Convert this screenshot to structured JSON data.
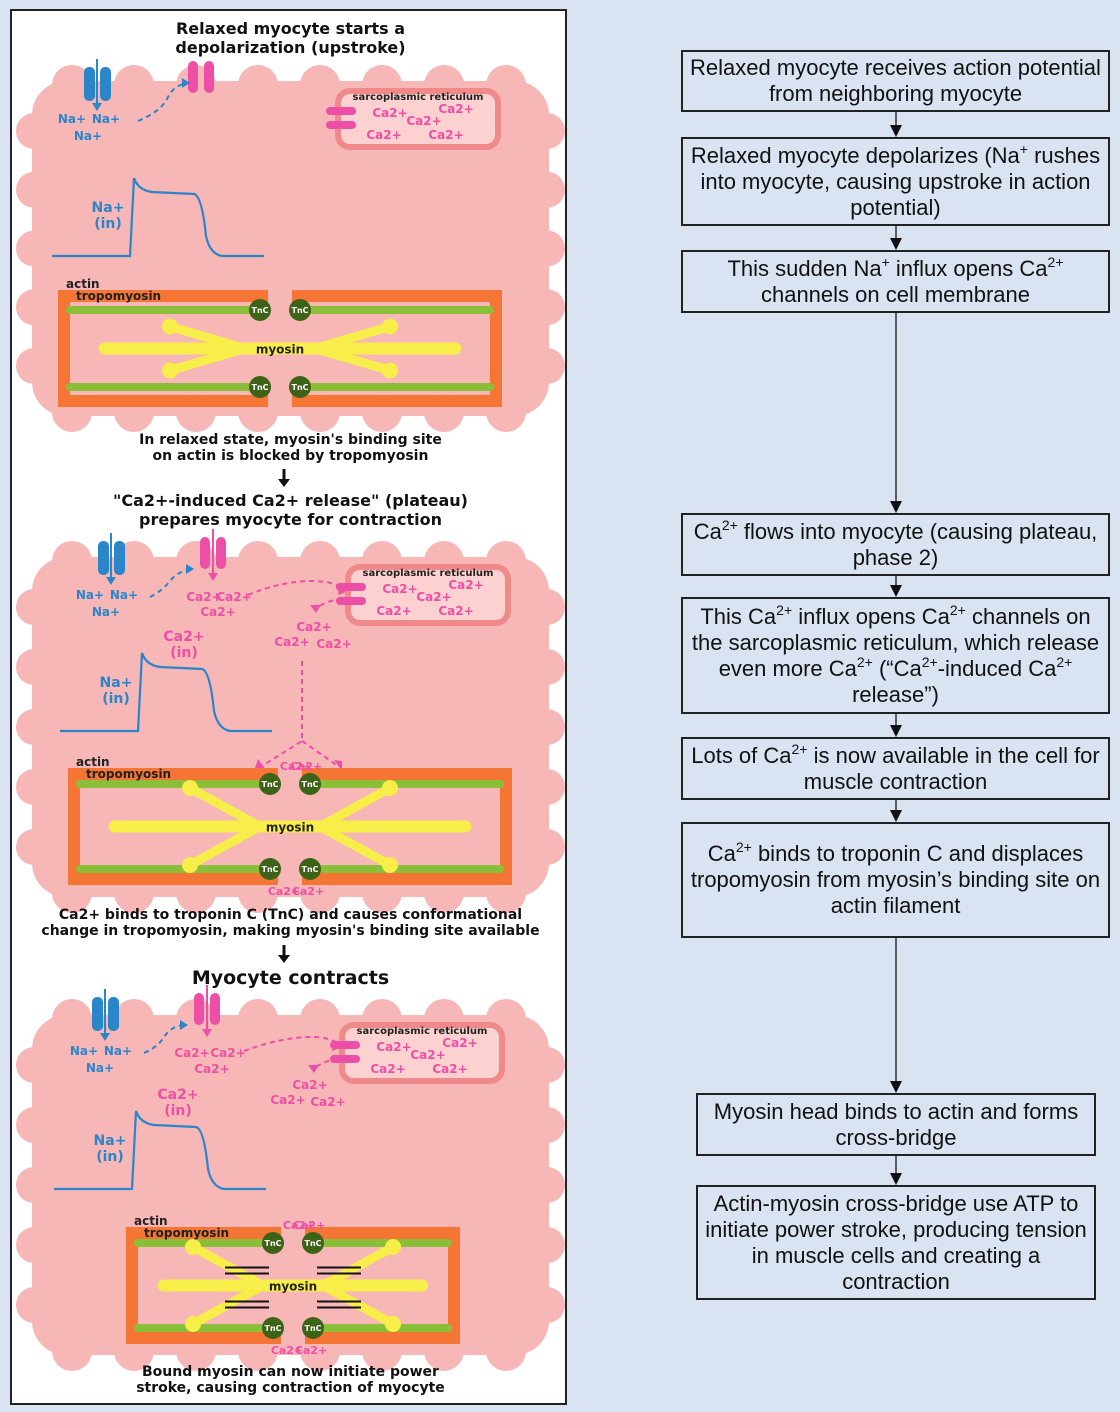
{
  "left": {
    "panel1": {
      "title_line1": "Relaxed myocyte starts a",
      "title_line2": "depolarization (upstroke)",
      "caption_line1": "In relaxed state, myosin's binding site",
      "caption_line2": "on actin is blocked by tropomyosin"
    },
    "panel2": {
      "title_line1": "\"Ca2+-induced Ca2+ release\" (plateau)",
      "title_line2": "prepares myocyte for contraction",
      "caption_line1": "Ca2+ binds to troponin C (TnC) and causes conformational",
      "caption_line2": "change in tropomyosin, making myosin's binding site available"
    },
    "panel3": {
      "title": "Myocyte contracts",
      "caption_line1": "Bound myosin can now initiate power",
      "caption_line2": "stroke, causing contraction of myocyte"
    },
    "labels": {
      "na": "Na+",
      "na_in_1": "Na+",
      "na_in_2": "(in)",
      "ca": "Ca2+",
      "ca_in_1": "Ca2+",
      "ca_in_2": "(in)",
      "sr": "sarcoplasmic reticulum",
      "actin": "actin",
      "tropomyosin": "tropomyosin",
      "myosin": "myosin",
      "tnc": "TnC"
    }
  },
  "flow": {
    "steps": [
      "Relaxed myocyte receives action potential from neighboring myocyte",
      "Relaxed myocyte depolarizes (Na+ rushes into myocyte, causing upstroke in action potential)",
      "This sudden Na+ influx opens Ca2+ channels on cell membrane",
      "Ca2+ flows into myocyte (causing plateau, phase 2)",
      "This Ca2+ influx opens Ca2+ channels on the sarcoplasmic reticulum, which release even more Ca2+ (“Ca2+-induced Ca2+ release”)",
      "Lots of Ca2+ is now available in the cell for muscle contraction",
      "Ca2+ binds to troponin C and displaces tropomyosin from myosin’s binding site on actin filament",
      "Myosin head binds to actin and forms cross-bridge",
      "Actin-myosin cross-bridge use ATP to initiate power stroke, producing tension in muscle cells and creating a contraction"
    ]
  },
  "colors": {
    "background": "#d9e3f1",
    "cell": "#f7b7b6",
    "na_blue": "#2a85c9",
    "ca_pink": "#ee4fa6",
    "sr_border": "#f08a8a",
    "actin_orange": "#f47534",
    "tropomyosin_green": "#8bbf3a",
    "tnc_dark": "#3d6316",
    "myosin_yellow": "#f8ee4a"
  }
}
